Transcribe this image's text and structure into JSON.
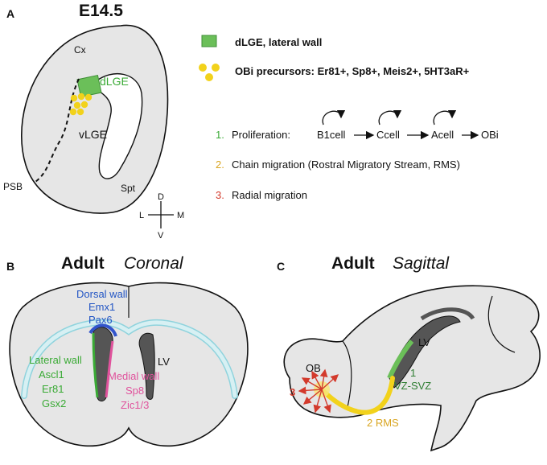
{
  "panels": {
    "a": {
      "letter": "A",
      "title": "E14.5",
      "labels": {
        "cx": "Cx",
        "dlge": "dLGE",
        "vlge": "vLGE",
        "psb": "PSB",
        "spt": "Spt"
      },
      "axes": {
        "d": "D",
        "v": "V",
        "l": "L",
        "m": "M"
      }
    },
    "legend": {
      "dlge": "dLGE, lateral wall",
      "obi": "OBi precursors: Er81+, Sp8+, Meis2+, 5HT3aR+"
    },
    "steps": {
      "s1_num": "1.",
      "s1_label": "Proliferation:",
      "lineage": [
        "B1cell",
        "Ccell",
        "Acell",
        "OBi"
      ],
      "s2_num": "2.",
      "s2_label": "Chain migration  (Rostral Migratory Stream, RMS)",
      "s3_num": "3.",
      "s3_label": "Radial migration"
    },
    "b": {
      "letter": "B",
      "title": "Adult",
      "subtitle": "Coronal",
      "dorsal": [
        "Dorsal wall",
        "Emx1",
        "Pax6"
      ],
      "lateral": [
        "Lateral wall",
        "Ascl1",
        "Er81",
        "Gsx2"
      ],
      "medial": [
        "Medial wall",
        "Sp8",
        "Zic1/3"
      ],
      "lv": "LV"
    },
    "c": {
      "letter": "C",
      "title": "Adult",
      "subtitle": "Sagittal",
      "lv": "LV",
      "ob": "OB",
      "n1": "1",
      "vzsvz": "VZ-SVZ",
      "n3": "3",
      "rms": "2  RMS"
    }
  },
  "colors": {
    "green": "#3aaa35",
    "dark_green": "#2e7d32",
    "orange": "#d9a520",
    "red": "#d33a2c",
    "blue": "#2255c4",
    "pink": "#e0529c",
    "yellow": "#f2d21b",
    "brain_fill": "#e6e6e6"
  }
}
